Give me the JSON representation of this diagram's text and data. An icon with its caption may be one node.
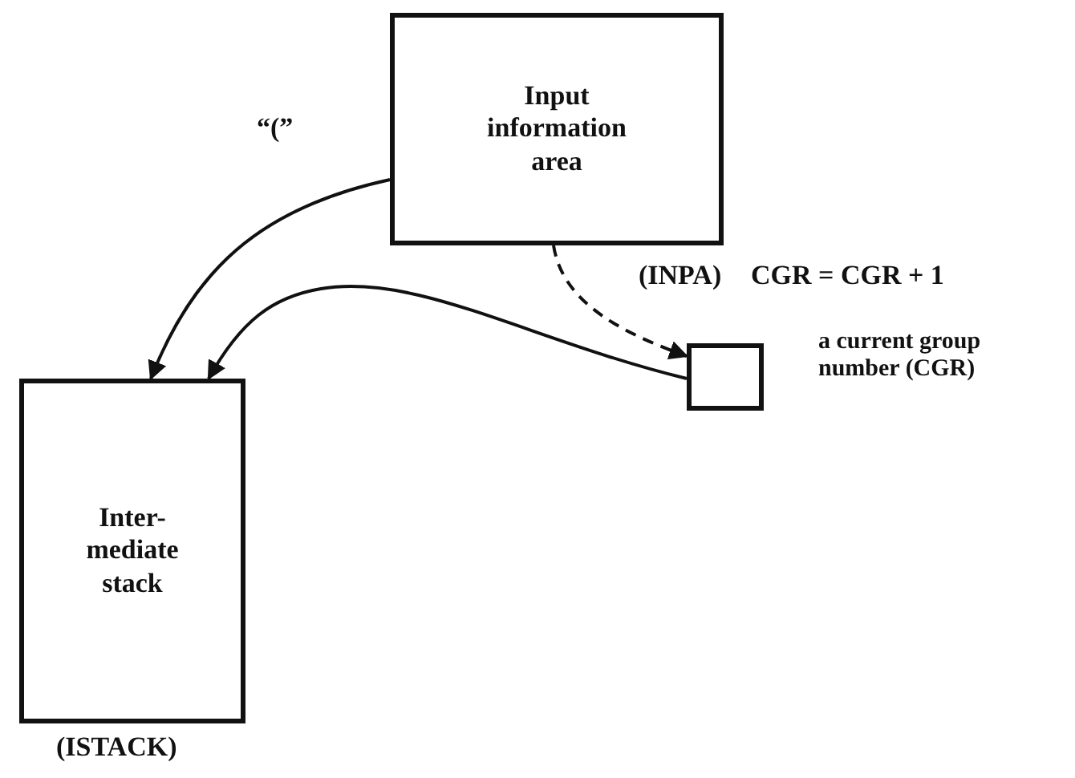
{
  "diagram": {
    "nodes": [
      {
        "text": [
          "Input information area"
        ],
        "beside": [
          "(INPA)"
        ]
      },
      {
        "text": [
          "Inter- mediate stack"
        ],
        "beside": [
          "(ISTACK)"
        ]
      },
      {
        "text": [],
        "shape": "box",
        "beside": [
          "a current group number (CGR)"
        ]
      }
    ],
    "edges": [
      {
        "from": 0,
        "to": 1,
        "arrow": "to",
        "label": "“(”"
      },
      {
        "from": 2,
        "to": 1,
        "arrow": "to"
      },
      {
        "from": 0,
        "to": 2,
        "arrow": "to",
        "style": "dashed"
      }
    ],
    "labels": [
      "CGR = CGR + 1"
    ]
  }
}
